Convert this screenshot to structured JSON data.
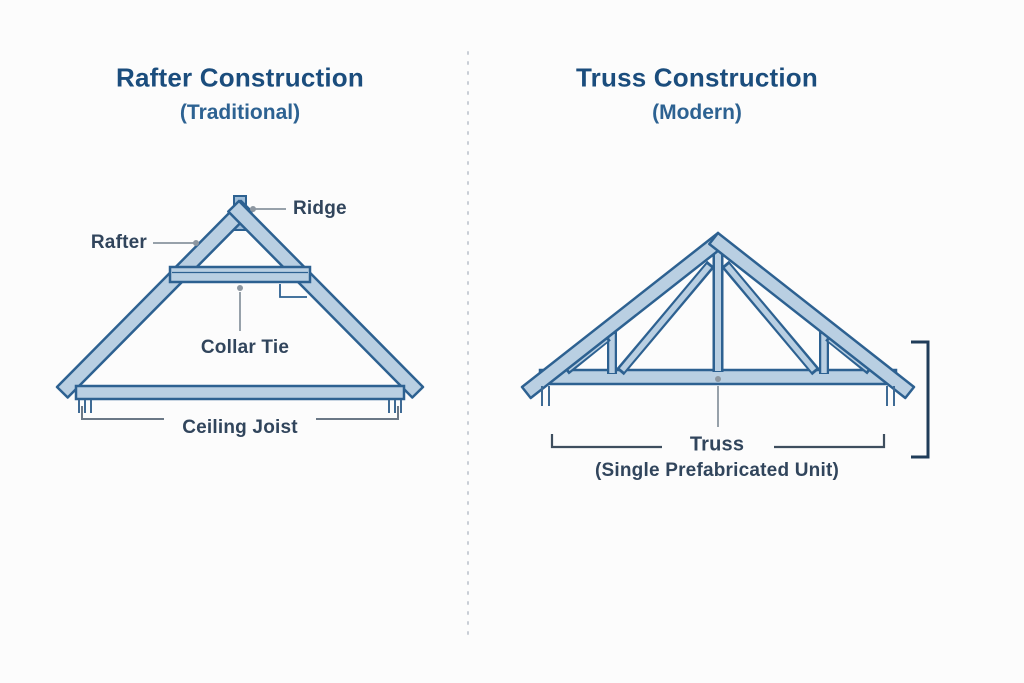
{
  "left_panel": {
    "title": "Rafter Construction",
    "subtitle": "(Traditional)",
    "labels": {
      "ridge": "Ridge",
      "rafter": "Rafter",
      "collar_tie": "Collar Tie",
      "ceiling_joist": "Ceiling Joist"
    }
  },
  "right_panel": {
    "title": "Truss Construction",
    "subtitle": "(Modern)",
    "labels": {
      "truss": "Truss",
      "truss_sub": "(Single Prefabricated Unit)"
    }
  },
  "colors": {
    "background": "#fcfcfc",
    "title": "#1b4d7d",
    "subtitle": "#2d6292",
    "label": "#31455c",
    "beam_fill": "#b9cfe2",
    "beam_outline": "#2d6191",
    "beam_shade": "#9fbdd8",
    "leader_line": "#97a1aa",
    "bracket": "#3e4e5e",
    "side_bracket": "#1f3c59",
    "divider": "#c9ced6"
  }
}
